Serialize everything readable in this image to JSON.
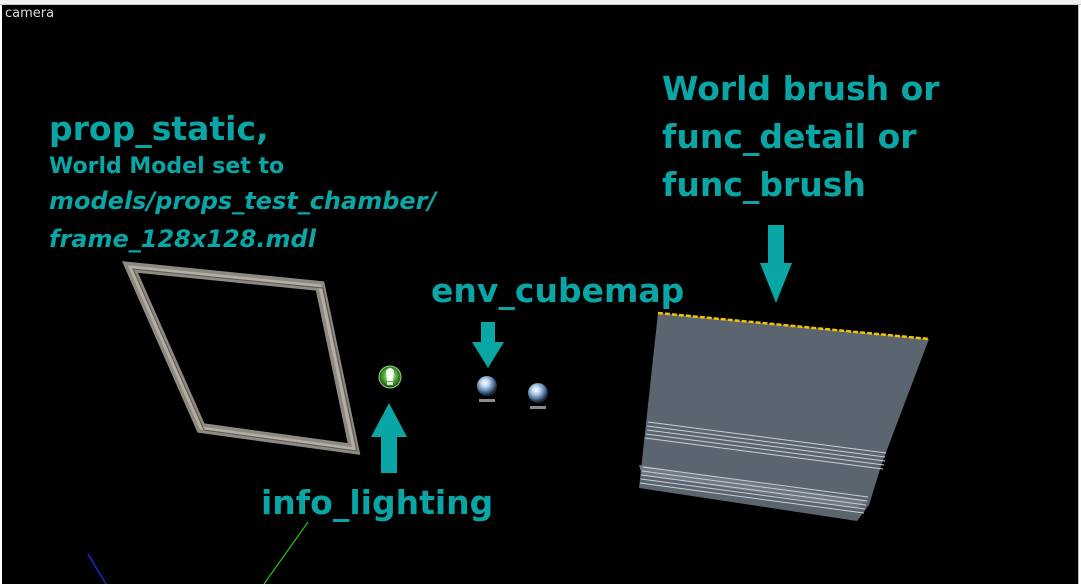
{
  "viewport": {
    "label": "camera"
  },
  "annotations": {
    "prop_static": {
      "title": "prop_static,",
      "detail": "World Model set to",
      "model_path_line1": "models/props_test_chamber/",
      "model_path_line2": "frame_128x128.mdl"
    },
    "env_cubemap": "env_cubemap",
    "info_lighting": "info_lighting",
    "brush": {
      "line1": "World brush or",
      "line2": "func_detail or",
      "line3": "func_brush"
    }
  },
  "colors": {
    "annotation": "#0aa6a6",
    "background": "#000000",
    "brush_face": "#5b6570",
    "brush_edge": "#f2c400",
    "frame_model": "#8e8a82"
  },
  "icons": {
    "info_lighting": "lightbulb-sprite-icon",
    "cubemap_1": "cubemap-sphere-icon",
    "cubemap_2": "cubemap-sphere-icon"
  }
}
